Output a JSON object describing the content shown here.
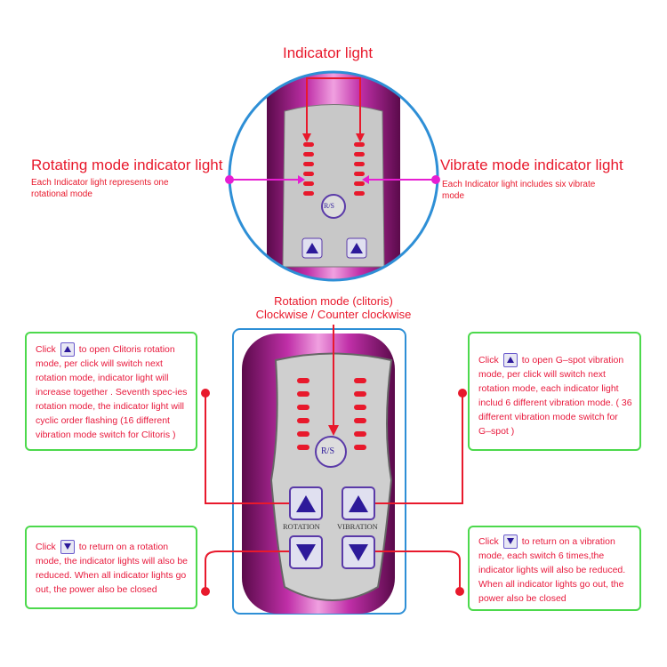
{
  "top": {
    "indicator_label": "Indicator light",
    "rotating": {
      "title": "Rotating mode indicator light",
      "desc": "Each Indicator light represents one rotational mode"
    },
    "vibrate": {
      "title": "Vibrate mode indicator light",
      "desc": "Each Indicator light includes six vibrate mode"
    },
    "rs_label": "R/S"
  },
  "bottom": {
    "rotation_title": "Rotation mode (clitoris)",
    "rotation_sub": "Clockwise / Counter clockwise",
    "rs_label": "R/S",
    "rotation_label": "ROTATION",
    "vibration_label": "VIBRATION",
    "boxes": {
      "left_up": {
        "click": "Click",
        "text": "to open Clitoris rotation mode, per click will switch next rotation mode, indicator light will increase together . Seventh spec-ies rotation mode, the indicator light will cyclic order flashing (16 different vibration mode switch for Clitoris )"
      },
      "right_up": {
        "click": "Click",
        "text": "to open G–spot vibration mode, per click will switch next rotation mode, each indicator light includ 6 different vibration mode. ( 36 different vibration mode switch for G–spot )"
      },
      "left_down": {
        "click": "Click",
        "text": "to return on a rotation mode, the indicator lights will also be reduced. When all indicator lights go out, the power also be closed"
      },
      "right_down": {
        "click": "Click",
        "text": "to return on a vibration mode, each switch 6 times,the indicator lights will also be reduced. When all indicator lights go out, the power also be closed"
      }
    }
  },
  "colors": {
    "red": "#e8192c",
    "green": "#4cd94c",
    "blue": "#2e8fd6",
    "magenta": "#e61ed2",
    "purple": "#a01a8a"
  }
}
